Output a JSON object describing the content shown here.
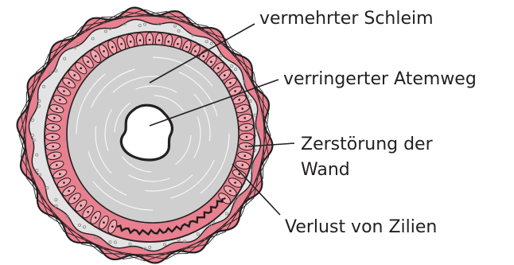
{
  "diagram": {
    "labels": {
      "mucus": "vermehrter Schleim",
      "airway": "verringerter Atemweg",
      "wall_line1": "Zerstörung der",
      "wall_line2": "Wand",
      "cilia": "Verlust von Zilien"
    },
    "colors": {
      "outline": "#231f20",
      "tissue_pink": "#e8808f",
      "cell_pink": "#f2a6b0",
      "mucus_grey": "#cfcfcf",
      "outer_grey": "#e3e3e3",
      "lumen": "#ffffff"
    }
  }
}
